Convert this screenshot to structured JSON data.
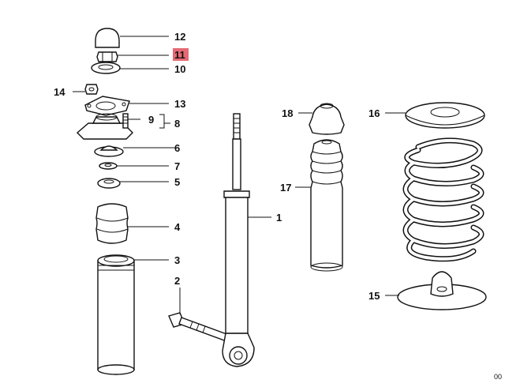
{
  "callouts": {
    "c1": "1",
    "c2": "2",
    "c3": "3",
    "c4": "4",
    "c5": "5",
    "c6": "6",
    "c7": "7",
    "c8": "8",
    "c9": "9",
    "c10": "10",
    "c11": "11",
    "c12": "12",
    "c13": "13",
    "c14": "14",
    "c15": "15",
    "c16": "16",
    "c17": "17",
    "c18": "18"
  },
  "highlight": {
    "part": "11",
    "color": "#e0505a"
  },
  "diagram_code": "00"
}
